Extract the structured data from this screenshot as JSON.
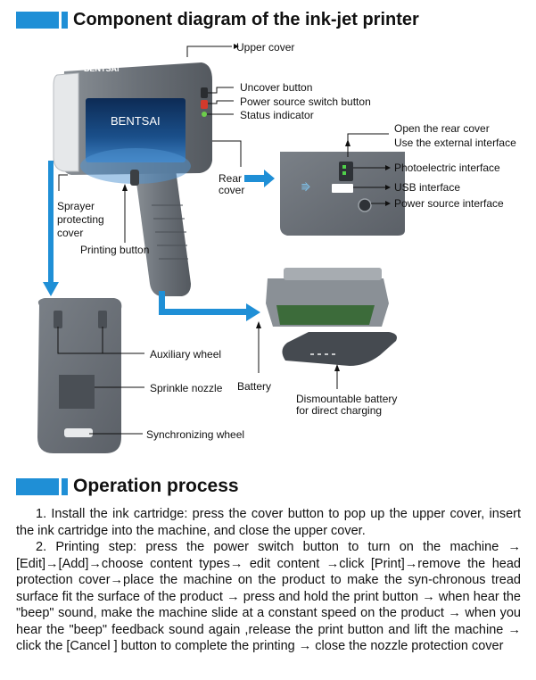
{
  "section1": {
    "title": "Component diagram of the ink-jet printer"
  },
  "device": {
    "brand": "BENTSAI",
    "screen_brand": "BENTSAI"
  },
  "labels": {
    "upper_cover": "Upper cover",
    "uncover_button": "Uncover button",
    "power_switch": "Power source switch button",
    "status_indicator": "Status indicator",
    "open_rear_1": "Open the rear cover",
    "open_rear_2": "Use the external interface",
    "rear_cover_1": "Rear",
    "rear_cover_2": "cover",
    "photoelectric": "Photoelectric interface",
    "usb": "USB interface",
    "power_interface": "Power source interface",
    "sprayer_1": "Sprayer",
    "sprayer_2": "protecting",
    "sprayer_3": "cover",
    "printing_button": "Printing button",
    "auxiliary_wheel": "Auxiliary wheel",
    "sprinkle_nozzle": "Sprinkle nozzle",
    "battery": "Battery",
    "dismountable_1": "Dismountable battery",
    "dismountable_2": "for direct charging",
    "sync_wheel": "Synchronizing wheel"
  },
  "section2": {
    "title": "Operation process",
    "para1": "1. Install the ink cartridge: press the cover button to pop up the upper cover, insert the ink cartridge into the machine, and close the upper cover.",
    "para2": "2. Printing step: press the power switch button to turn on the machine → [Edit]→[Add]→choose content types→ edit content →click [Print]→remove the head protection cover→place the machine on the product to make the syn-chronous tread surface fit the surface of the product → press and hold the print button → when hear the  \"beep\" sound, make the machine slide at a constant speed on the product → when you hear the \"beep\" feedback sound again ,release the print button and lift the machine → click the [Cancel ] button to complete  the printing → close the nozzle protection cover"
  },
  "colors": {
    "accent": "#1f8fd6",
    "device_gray": "#6b7178",
    "screen_blue": "#1a4f8a"
  }
}
